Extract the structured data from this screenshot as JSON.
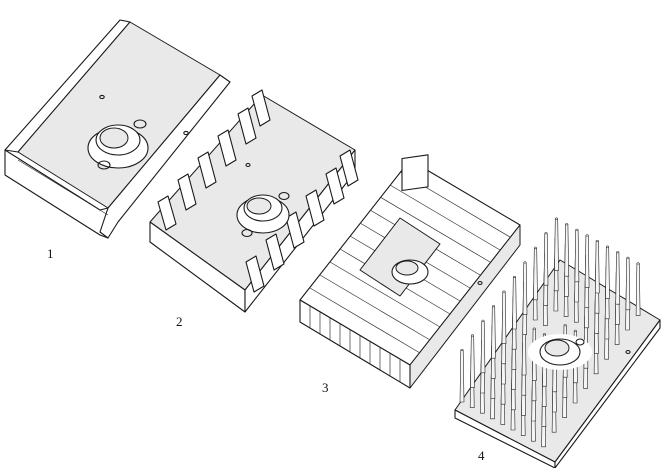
{
  "labels": {
    "item1": "1",
    "item2": "2",
    "item3": "3",
    "item4": "4"
  }
}
